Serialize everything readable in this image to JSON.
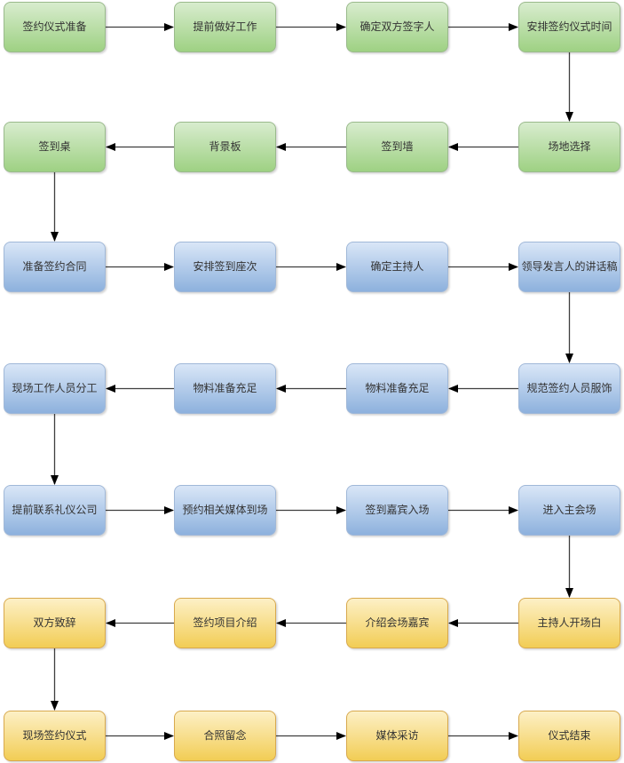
{
  "flowchart": {
    "palette": {
      "green": {
        "top": "#d8ecce",
        "bottom": "#9ed183",
        "border": "#9aba8c"
      },
      "blue": {
        "top": "#d9e6f7",
        "bottom": "#8db1dd",
        "border": "#a0b8d8"
      },
      "yellow": {
        "top": "#fdf0c6",
        "bottom": "#f2cd55",
        "border": "#d8a94e"
      },
      "arrow_line": "#3f3f3f",
      "arrow_head": "#000000",
      "text": "#333333",
      "background": "#ffffff"
    },
    "nodes": [
      {
        "label": "签约仪式准备",
        "row": 0,
        "col": 0,
        "color": "green"
      },
      {
        "label": "提前做好工作",
        "row": 0,
        "col": 1,
        "color": "green"
      },
      {
        "label": "确定双方签字人",
        "row": 0,
        "col": 2,
        "color": "green"
      },
      {
        "label": "安排签约仪式时间",
        "row": 0,
        "col": 3,
        "color": "green"
      },
      {
        "label": "签到桌",
        "row": 1,
        "col": 0,
        "color": "green"
      },
      {
        "label": "背景板",
        "row": 1,
        "col": 1,
        "color": "green"
      },
      {
        "label": "签到墙",
        "row": 1,
        "col": 2,
        "color": "green"
      },
      {
        "label": "场地选择",
        "row": 1,
        "col": 3,
        "color": "green"
      },
      {
        "label": "准备签约合同",
        "row": 2,
        "col": 0,
        "color": "blue"
      },
      {
        "label": "安排签到座次",
        "row": 2,
        "col": 1,
        "color": "blue"
      },
      {
        "label": "确定主持人",
        "row": 2,
        "col": 2,
        "color": "blue"
      },
      {
        "label": "领导发言人的讲话稿",
        "row": 2,
        "col": 3,
        "color": "blue"
      },
      {
        "label": "现场工作人员分工",
        "row": 3,
        "col": 0,
        "color": "blue"
      },
      {
        "label": "物料准备充足",
        "row": 3,
        "col": 1,
        "color": "blue"
      },
      {
        "label": "物料准备充足",
        "row": 3,
        "col": 2,
        "color": "blue"
      },
      {
        "label": "规范签约人员服饰",
        "row": 3,
        "col": 3,
        "color": "blue"
      },
      {
        "label": "提前联系礼仪公司",
        "row": 4,
        "col": 0,
        "color": "blue"
      },
      {
        "label": "预约相关媒体到场",
        "row": 4,
        "col": 1,
        "color": "blue"
      },
      {
        "label": "签到嘉宾入场",
        "row": 4,
        "col": 2,
        "color": "blue"
      },
      {
        "label": "进入主会场",
        "row": 4,
        "col": 3,
        "color": "blue"
      },
      {
        "label": "双方致辞",
        "row": 5,
        "col": 0,
        "color": "yellow"
      },
      {
        "label": "签约项目介绍",
        "row": 5,
        "col": 1,
        "color": "yellow"
      },
      {
        "label": "介绍会场嘉宾",
        "row": 5,
        "col": 2,
        "color": "yellow"
      },
      {
        "label": "主持人开场白",
        "row": 5,
        "col": 3,
        "color": "yellow"
      },
      {
        "label": "现场签约仪式",
        "row": 6,
        "col": 0,
        "color": "yellow"
      },
      {
        "label": "合照留念",
        "row": 6,
        "col": 1,
        "color": "yellow"
      },
      {
        "label": "媒体采访",
        "row": 6,
        "col": 2,
        "color": "yellow"
      },
      {
        "label": "仪式结束",
        "row": 6,
        "col": 3,
        "color": "yellow"
      }
    ],
    "edges": [
      [
        0,
        1
      ],
      [
        1,
        2
      ],
      [
        2,
        3
      ],
      [
        3,
        7
      ],
      [
        7,
        6
      ],
      [
        6,
        5
      ],
      [
        5,
        4
      ],
      [
        4,
        8
      ],
      [
        8,
        9
      ],
      [
        9,
        10
      ],
      [
        10,
        11
      ],
      [
        11,
        15
      ],
      [
        15,
        14
      ],
      [
        14,
        13
      ],
      [
        13,
        12
      ],
      [
        12,
        16
      ],
      [
        16,
        17
      ],
      [
        17,
        18
      ],
      [
        18,
        19
      ],
      [
        19,
        23
      ],
      [
        23,
        22
      ],
      [
        22,
        21
      ],
      [
        21,
        20
      ],
      [
        20,
        24
      ],
      [
        24,
        25
      ],
      [
        25,
        26
      ],
      [
        26,
        27
      ]
    ]
  }
}
